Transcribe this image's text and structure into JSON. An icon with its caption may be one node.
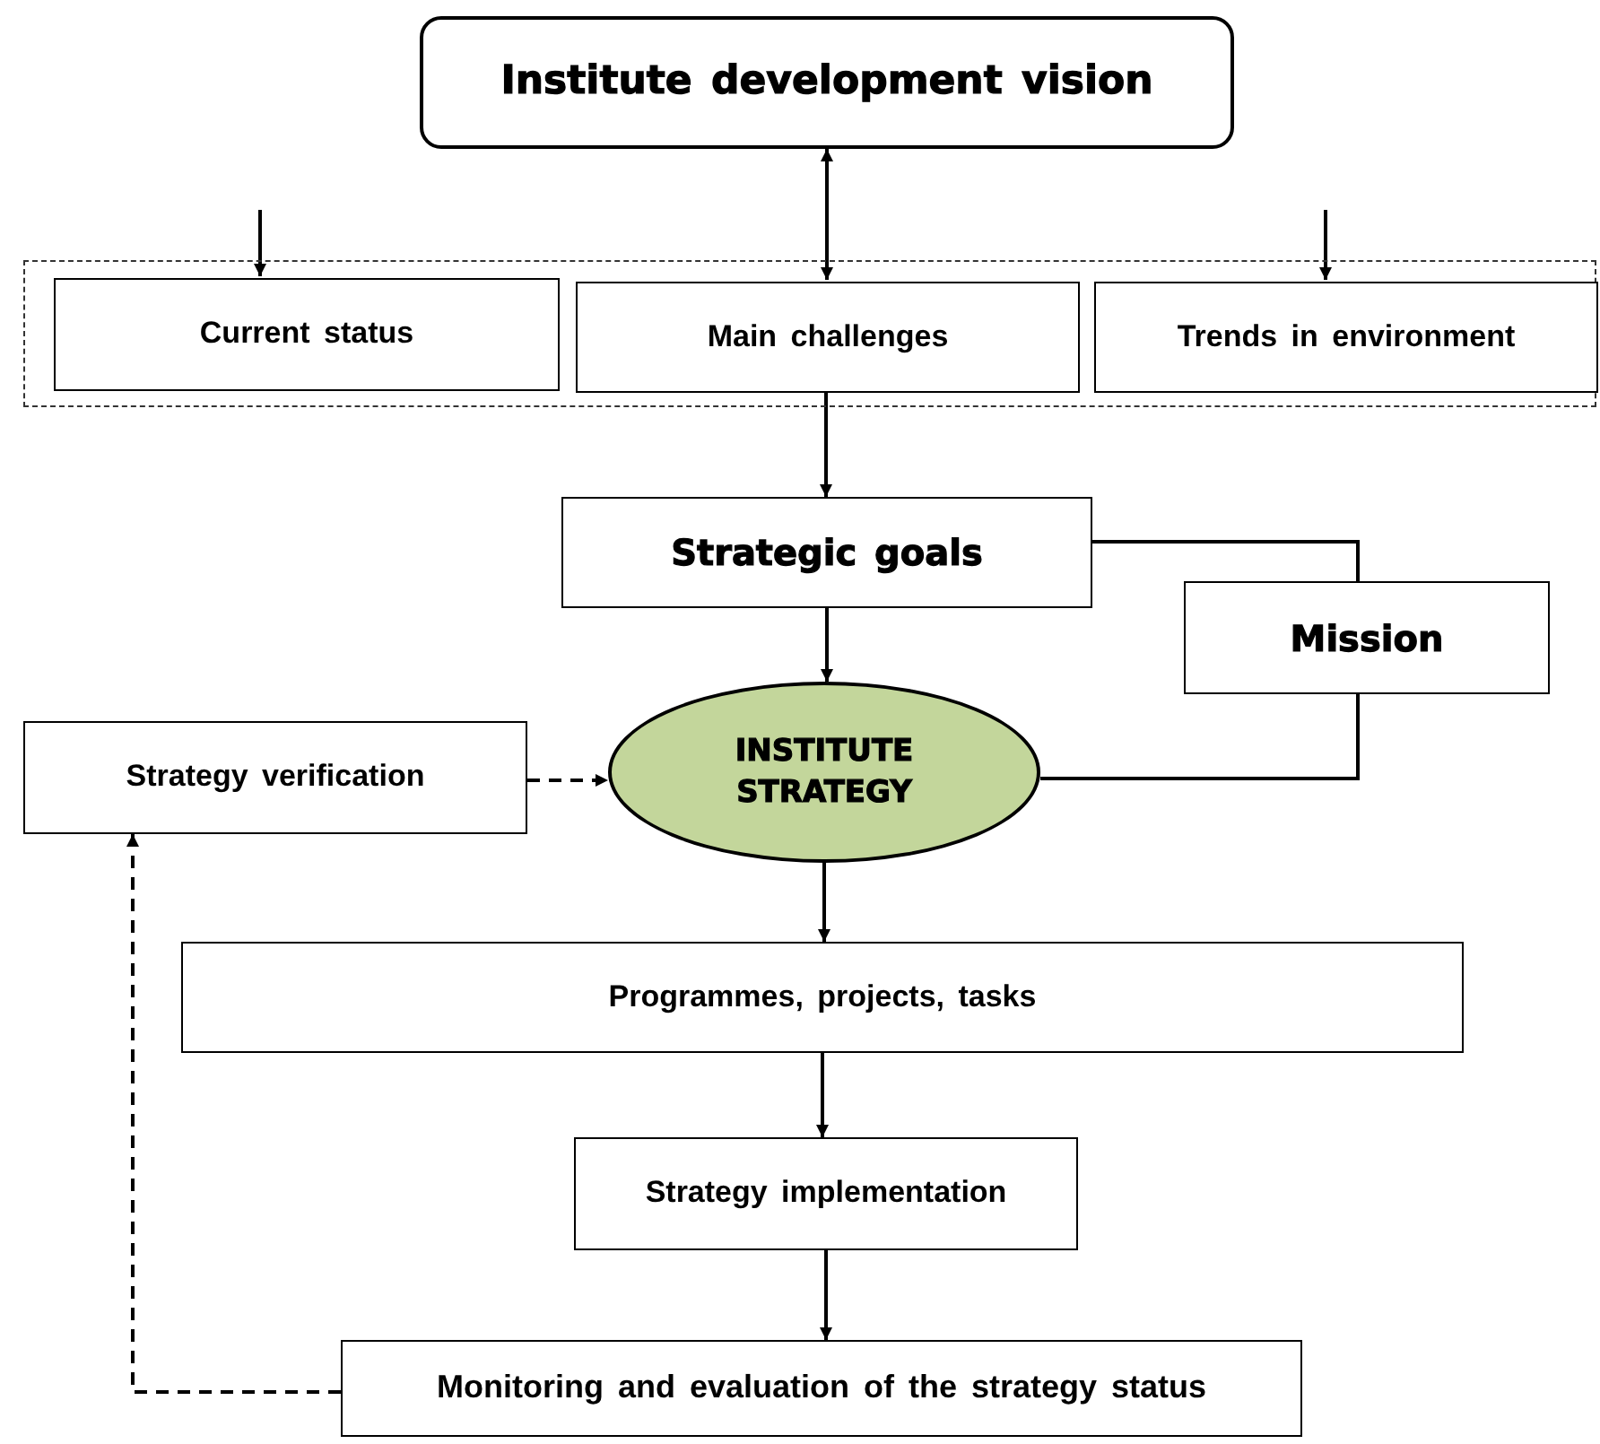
{
  "diagram": {
    "nodes": [
      {
        "text": [
          "Institute development vision"
        ]
      },
      {
        "text": [],
        "shape": "box"
      },
      {
        "text": [
          "Current status"
        ],
        "in": 1
      },
      {
        "text": [
          "Main challenges"
        ],
        "in": 1
      },
      {
        "text": [
          "Trends in environment"
        ],
        "in": 1
      },
      {
        "text": [
          "Strategic goals"
        ]
      },
      {
        "text": [
          "Mission"
        ]
      },
      {
        "text": [
          "INSTITUTE STRATEGY"
        ]
      },
      {
        "text": [
          "Strategy verification"
        ]
      },
      {
        "text": [
          "Programmes, projects, tasks"
        ]
      },
      {
        "text": [
          "Strategy implementation"
        ]
      },
      {
        "text": [
          "Monitoring and evaluation of the strategy status"
        ]
      }
    ],
    "edges": [
      {
        "from": null,
        "to": 2,
        "arrow": "to"
      },
      {
        "from": 0,
        "to": 3,
        "arrow": "both"
      },
      {
        "from": null,
        "to": 4,
        "arrow": "to"
      },
      {
        "from": 3,
        "to": 5,
        "arrow": "to"
      },
      {
        "from": 5,
        "to": 7,
        "arrow": "to"
      },
      {
        "from": 5,
        "to": 6,
        "arrow": "none"
      },
      {
        "from": 6,
        "to": 7,
        "arrow": "none"
      },
      {
        "from": 8,
        "to": 7,
        "arrow": "to",
        "style": "dashed"
      },
      {
        "from": 7,
        "to": 9,
        "arrow": "to"
      },
      {
        "from": 9,
        "to": 10,
        "arrow": "to"
      },
      {
        "from": 10,
        "to": 11,
        "arrow": "to"
      },
      {
        "from": 11,
        "to": 8,
        "arrow": "to",
        "style": "dashed"
      }
    ]
  }
}
